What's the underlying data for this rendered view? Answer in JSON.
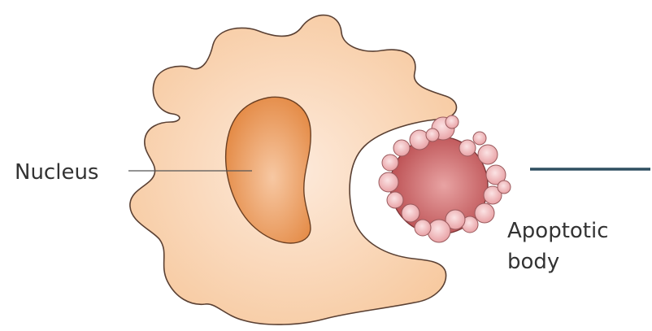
{
  "labels": {
    "nucleus": "Nucleus",
    "apoptotic_line1": "Apoptotic",
    "apoptotic_line2": "body"
  },
  "colors": {
    "cell_fill": "#fad3ad",
    "cell_stroke": "#5a4033",
    "nucleus_fill": "#eb9c5c",
    "apoptotic_fill": "#c55f60",
    "bleb_fill": "#f2b7ba",
    "leader_line": "#555555",
    "arrow_line": "#2f4f60",
    "label_text": "#333333"
  }
}
